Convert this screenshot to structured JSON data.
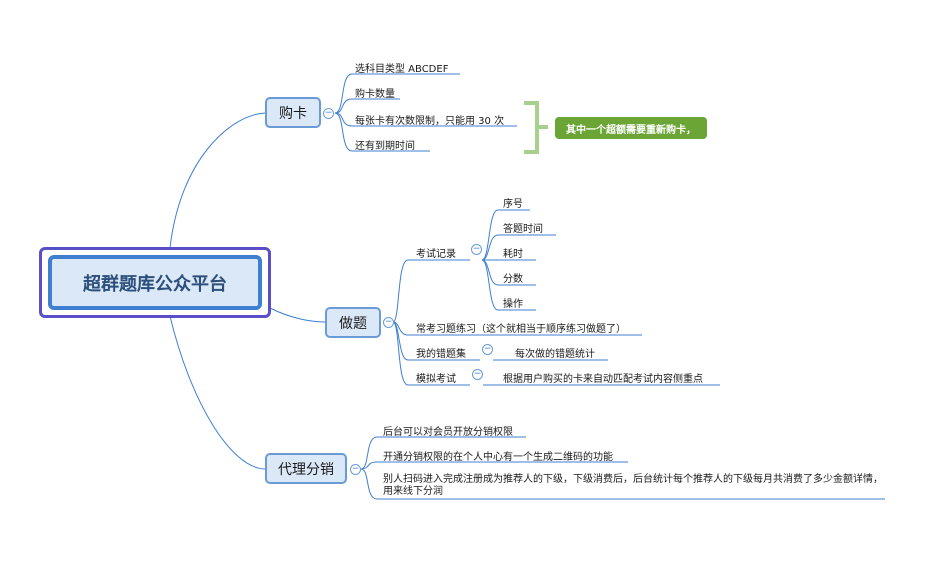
{
  "root": {
    "label": "超群题库公众平台"
  },
  "branches": {
    "buy_card": {
      "label": "购卡",
      "items": [
        "选科目类型 ABCDEF",
        "购卡数量",
        "每张卡有次数限制，只能用 30 次",
        "还有到期时间"
      ],
      "note": "其中一个超额需要重新购卡，"
    },
    "practice": {
      "label": "做题",
      "exam_record": {
        "label": "考试记录",
        "items": [
          "序号",
          "答题时间",
          "耗时",
          "分数",
          "操作"
        ]
      },
      "common_practice": "常考习题练习（这个就相当于顺序练习做题了）",
      "wrong_set": {
        "label": "我的错题集",
        "detail": "每次做的错题统计"
      },
      "mock_exam": {
        "label": "模拟考试",
        "detail": "根据用户购买的卡来自动匹配考试内容侧重点"
      }
    },
    "agent": {
      "label": "代理分销",
      "items": [
        "后台可以对会员开放分销权限",
        "开通分销权限的在个人中心有一个生成二维码的功能",
        "别人扫码进入完成注册成为推荐人的下级，下级消费后，后台统计每个推荐人的下级每月共消费了多少金额详情，用来线下分润"
      ]
    }
  },
  "colors": {
    "line": "#3f7fd1",
    "root_border": "#5a4fc6",
    "topic_fill": "#dbe8f7",
    "note_fill": "#6aa536",
    "bracket": "#a8d08d"
  }
}
